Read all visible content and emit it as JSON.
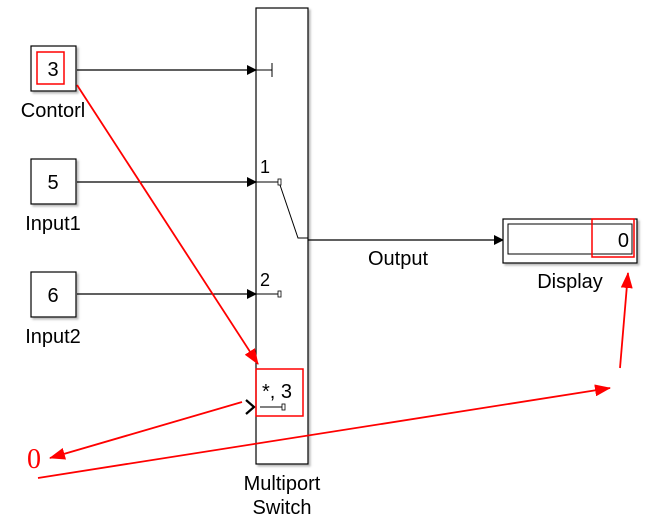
{
  "blocks": {
    "control": {
      "value": "3",
      "label": "Contorl"
    },
    "input1": {
      "value": "5",
      "label": "Input1"
    },
    "input2": {
      "value": "6",
      "label": "Input2"
    },
    "switch": {
      "label_line1": "Multiport",
      "label_line2": "Switch",
      "port1": "1",
      "port2": "2",
      "default_port": "*, 3"
    },
    "display": {
      "value": "0",
      "label": "Display"
    }
  },
  "signals": {
    "output_label": "Output"
  },
  "annotations": {
    "default_value": "0",
    "color": "#ff0000"
  }
}
